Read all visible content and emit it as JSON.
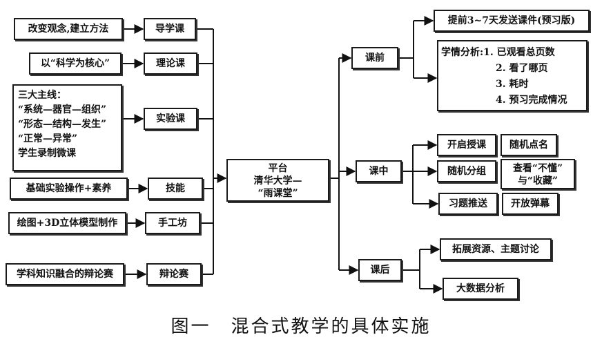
{
  "caption": "图一　混合式教学的具体实施",
  "center": {
    "line1": "平台",
    "line2": "清华大学—",
    "line3": "“雨课堂”"
  },
  "left_sources": [
    "改变观念,建立方法",
    "以“科学为核心”",
    [
      "三大主线：",
      "“系统—器官—组织”",
      "“形态—结构—发生”",
      "“正常—异常”",
      "学生录制微课"
    ],
    "基础实验操作+素养",
    "绘图+3D立体模型制作",
    "学科知识融合的辩论赛"
  ],
  "left_courses": [
    "导学课",
    "理论课",
    "实验课",
    "技能",
    "手工坊",
    "辩论赛"
  ],
  "stages": {
    "before": "课前",
    "during": "课中",
    "after": "课后"
  },
  "before_items": {
    "send": "提前3~7天发送课件(预习版)",
    "analysis": [
      "学情分析:1. 已观看总页数",
      "2. 看了哪页",
      "3. 耗时",
      "4. 预习完成情况"
    ]
  },
  "during_items": {
    "teach": "开启授课",
    "rollcall": "随机点名",
    "group": "随机分组",
    "check": [
      "查看“不懂”",
      "与“收藏”"
    ],
    "quiz": "习题推送",
    "danmu": "开放弹幕"
  },
  "after_items": {
    "expand": "拓展资源、主题讨论",
    "bigdata": "大数据分析"
  }
}
